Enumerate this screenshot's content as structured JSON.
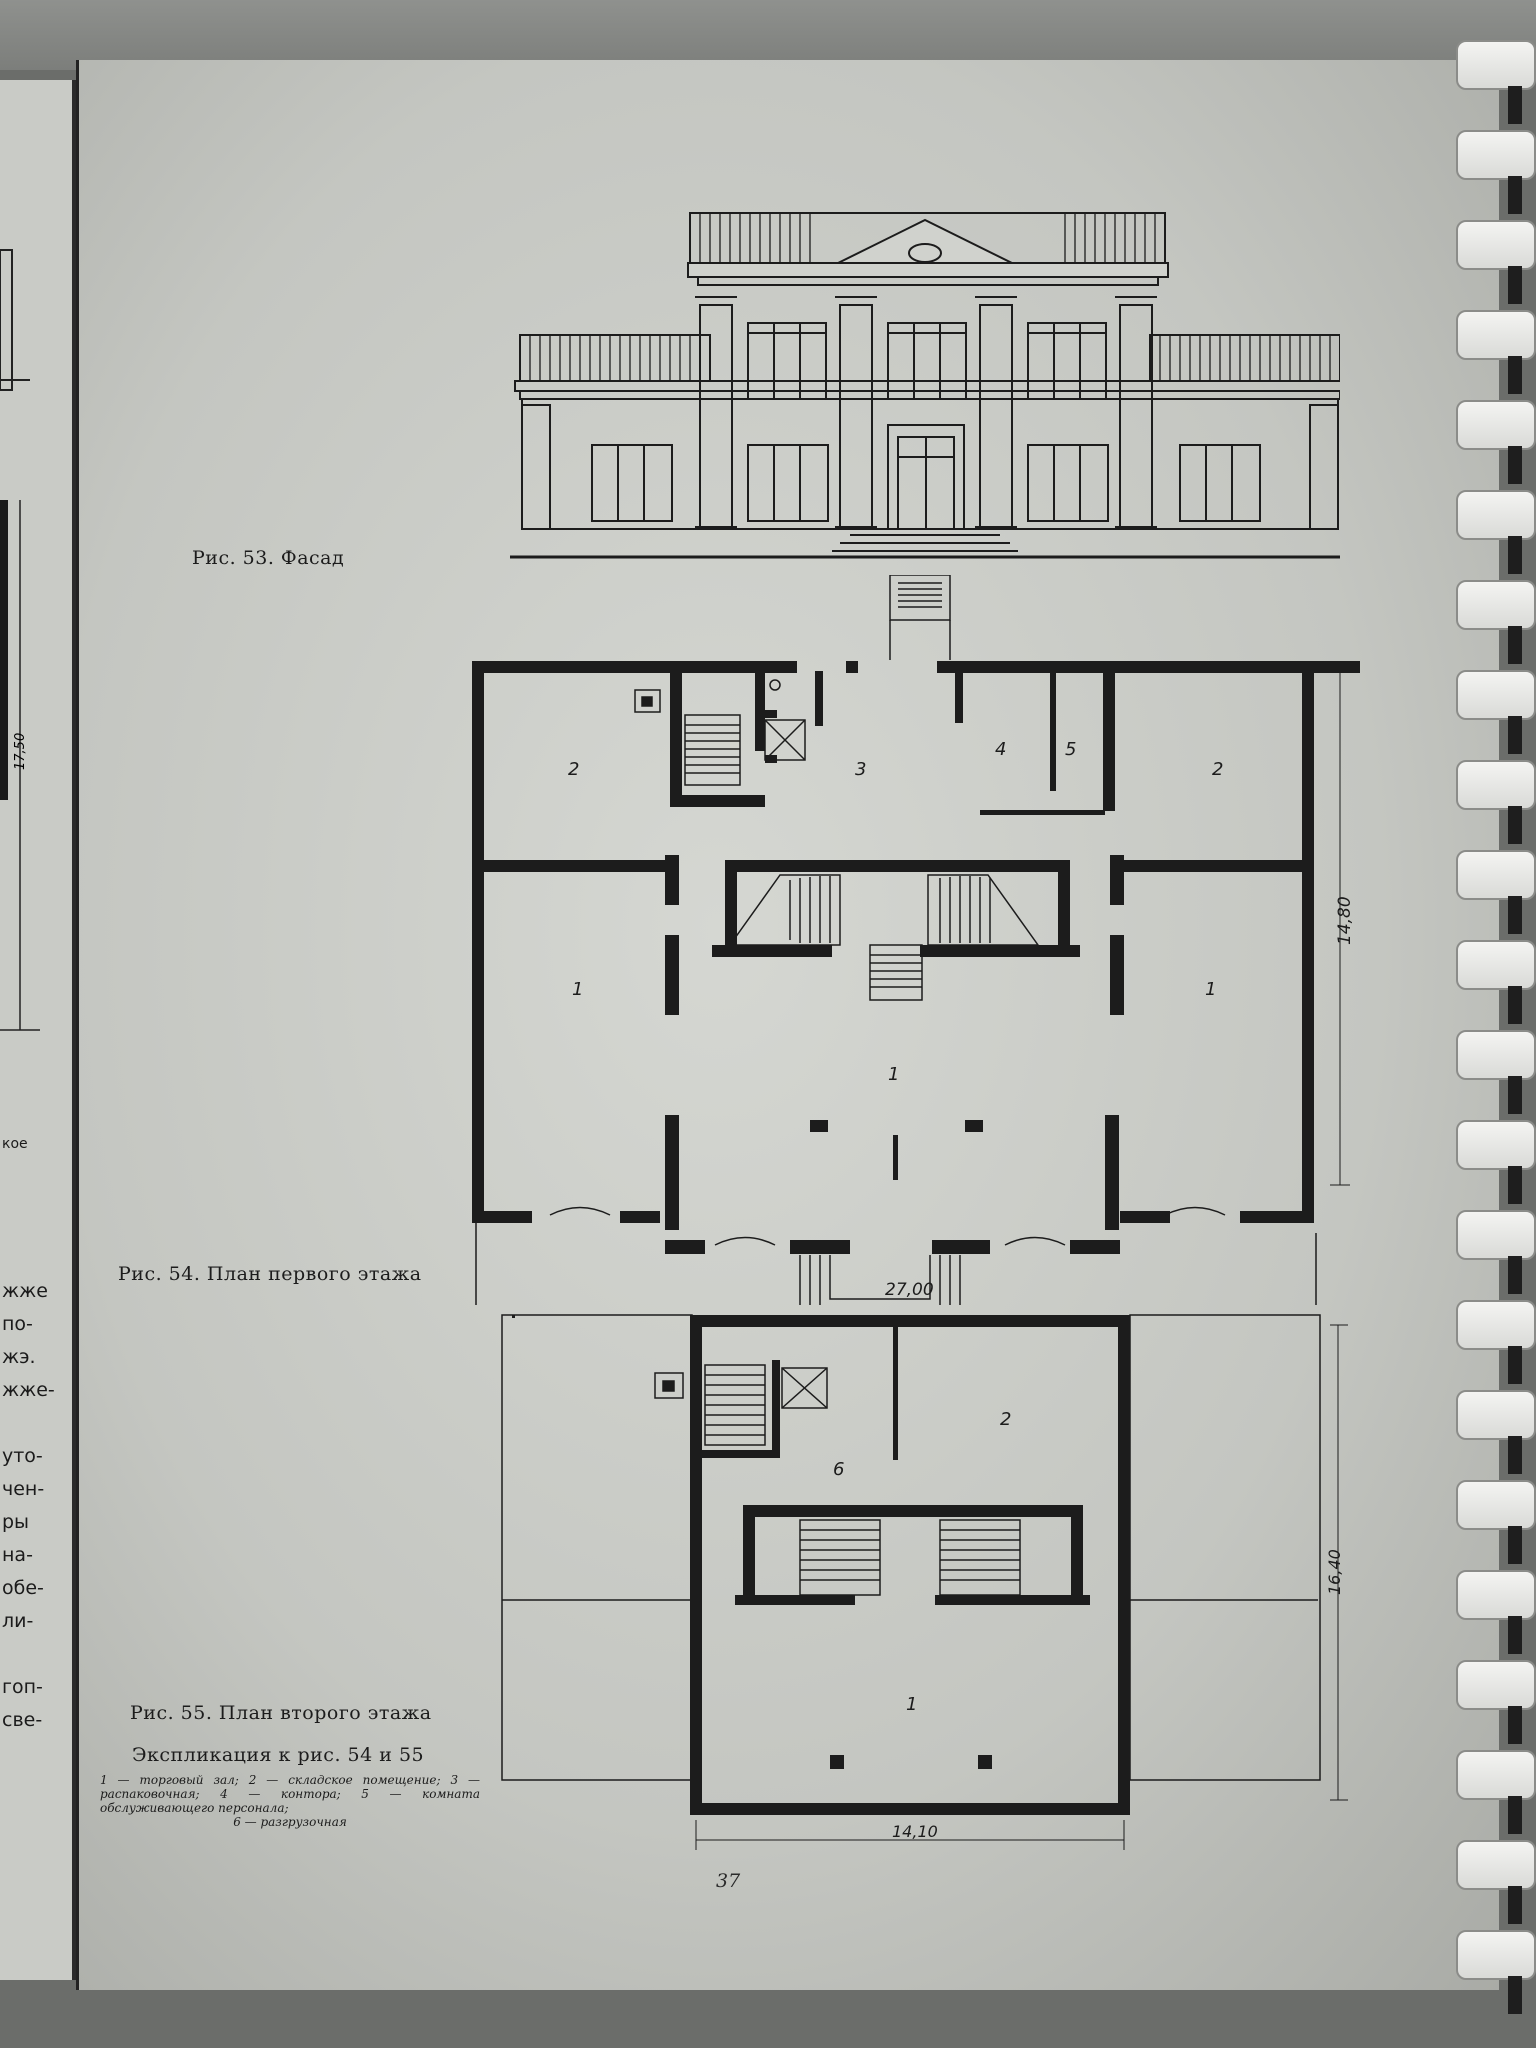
{
  "prev_page": {
    "dim_label": "17,50",
    "frag_koe": "кое",
    "lines": [
      "жже",
      "по-",
      "жэ.",
      "жже-",
      " ",
      "уто-",
      "чен-",
      "ры",
      "на-",
      "обе-",
      "ли-",
      " ",
      "гоп-",
      "све-"
    ]
  },
  "figures": {
    "fig53": {
      "caption": "Рис. 53. Фасад"
    },
    "fig54": {
      "caption": "Рис. 54. План первого этажа",
      "dim_width": "27,00",
      "dim_depth": "14,80",
      "rooms": [
        "2",
        "3",
        "4",
        "5",
        "2",
        "1",
        "1",
        "1"
      ]
    },
    "fig55": {
      "caption": "Рис. 55. План второго этажа",
      "dim_width": "14,10",
      "dim_depth": "16,40",
      "rooms": [
        "2",
        "6",
        "1"
      ]
    }
  },
  "explication": {
    "title": "Экспликация к рис. 54 и 55",
    "text": "1 — торговый зал; 2 — складское помещение; 3 — распаковочная; 4 — контора; 5 — комната обслуживающего персонала;",
    "last": "6 — разгрузочная"
  },
  "page_number": "37"
}
